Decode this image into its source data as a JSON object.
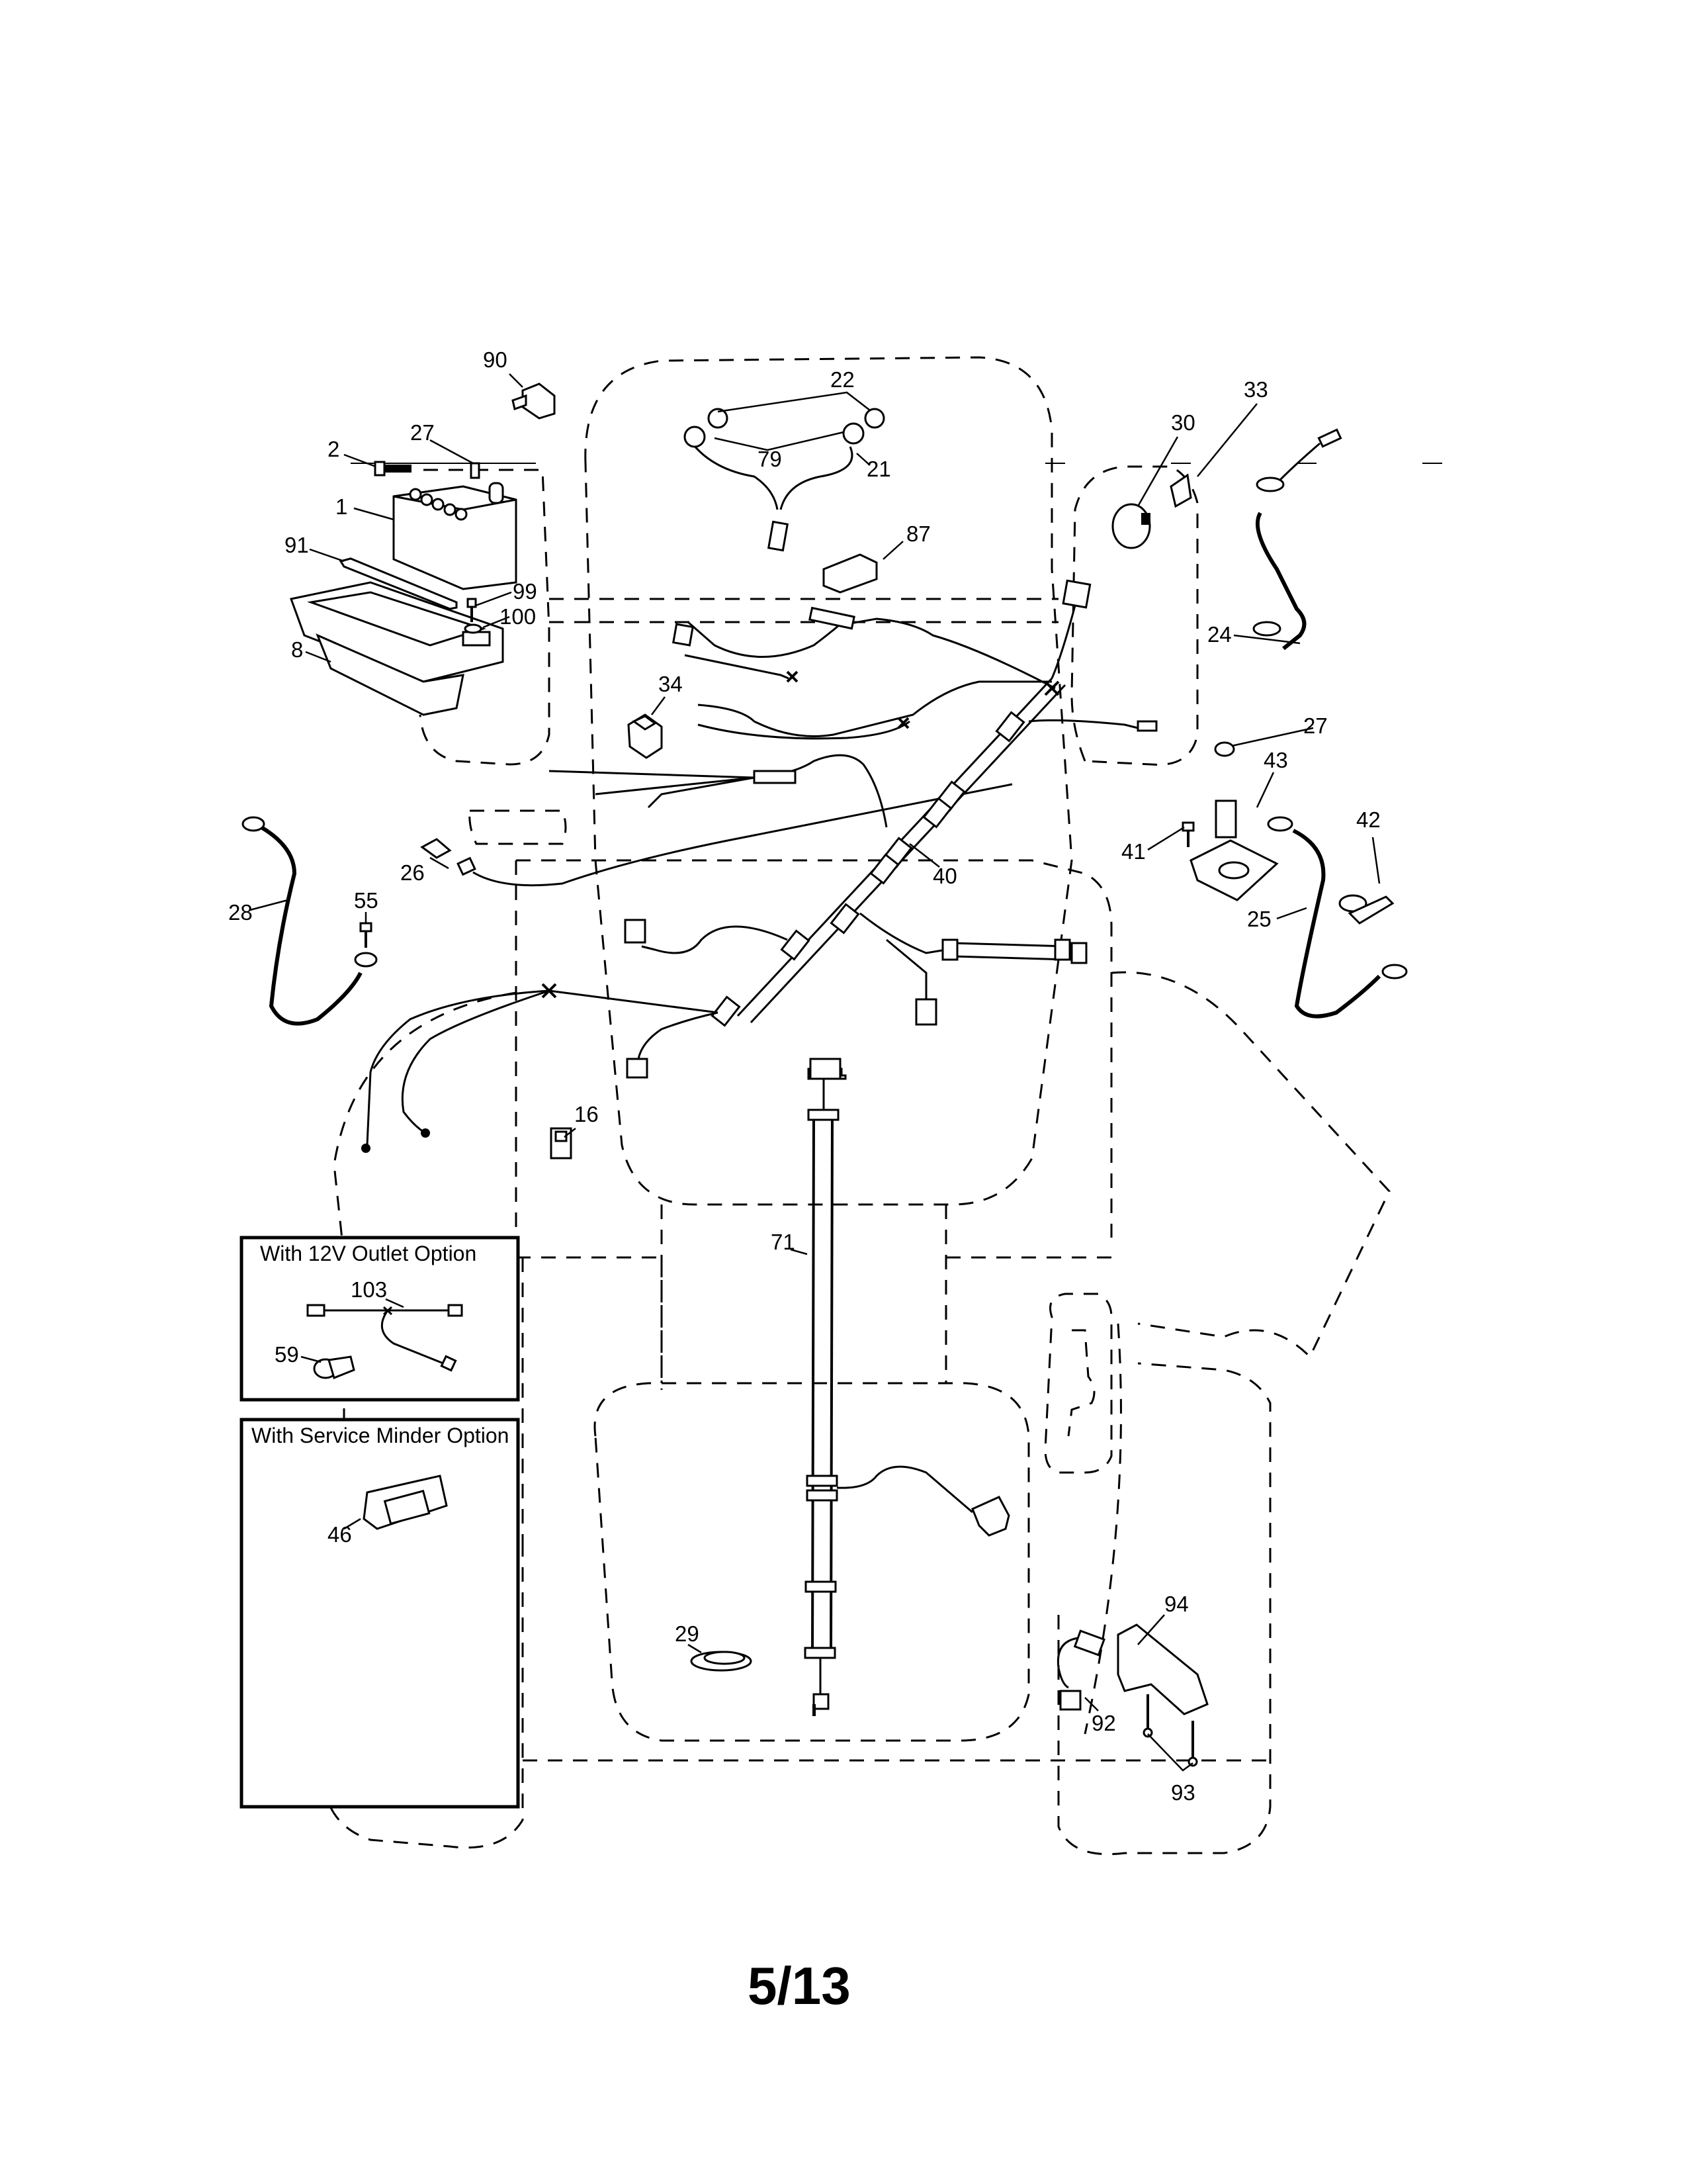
{
  "document": {
    "type": "exploded parts diagram",
    "subject": "Electrical system / wiring harness",
    "page_number": "5/13"
  },
  "insets": [
    {
      "title": "With 12V Outlet Option",
      "callouts": [
        "103",
        "59"
      ]
    },
    {
      "title": "With Service Minder Option",
      "callouts": [
        "46"
      ]
    }
  ],
  "callouts": {
    "c1": "1",
    "c2": "2",
    "c8": "8",
    "c16": "16",
    "c21": "21",
    "c22": "22",
    "c24": "24",
    "c25": "25",
    "c26": "26",
    "c27a": "27",
    "c27b": "27",
    "c28": "28",
    "c29": "29",
    "c30": "30",
    "c33": "33",
    "c34": "34",
    "c40": "40",
    "c41": "41",
    "c42": "42",
    "c43": "43",
    "c46": "46",
    "c55": "55",
    "c59": "59",
    "c71": "71",
    "c79": "79",
    "c87": "87",
    "c90": "90",
    "c91": "91",
    "c92": "92",
    "c93": "93",
    "c94": "94",
    "c99": "99",
    "c100": "100",
    "c103": "103"
  },
  "parts": [
    {
      "ref": "1",
      "depicts": "battery"
    },
    {
      "ref": "2",
      "depicts": "bolt"
    },
    {
      "ref": "8",
      "depicts": "battery box"
    },
    {
      "ref": "16",
      "depicts": "relay"
    },
    {
      "ref": "21",
      "depicts": "light harness"
    },
    {
      "ref": "22",
      "depicts": "bulb"
    },
    {
      "ref": "24",
      "depicts": "battery cable"
    },
    {
      "ref": "25",
      "depicts": "battery cable"
    },
    {
      "ref": "26",
      "depicts": "fuse"
    },
    {
      "ref": "27",
      "depicts": "nut"
    },
    {
      "ref": "28",
      "depicts": "ground cable"
    },
    {
      "ref": "29",
      "depicts": "plug / grommet"
    },
    {
      "ref": "30",
      "depicts": "ignition switch"
    },
    {
      "ref": "33",
      "depicts": "key"
    },
    {
      "ref": "34",
      "depicts": "rocker switch"
    },
    {
      "ref": "40",
      "depicts": "main wiring harness"
    },
    {
      "ref": "41",
      "depicts": "bolt"
    },
    {
      "ref": "42",
      "depicts": "terminal boot"
    },
    {
      "ref": "43",
      "depicts": "solenoid"
    },
    {
      "ref": "46",
      "depicts": "service minder"
    },
    {
      "ref": "55",
      "depicts": "screw"
    },
    {
      "ref": "59",
      "depicts": "12V outlet"
    },
    {
      "ref": "71",
      "depicts": "rear harness"
    },
    {
      "ref": "79",
      "depicts": "bulb socket"
    },
    {
      "ref": "87",
      "depicts": "switch"
    },
    {
      "ref": "90",
      "depicts": "cap"
    },
    {
      "ref": "91",
      "depicts": "battery strap"
    },
    {
      "ref": "92",
      "depicts": "connector harness"
    },
    {
      "ref": "93",
      "depicts": "screw"
    },
    {
      "ref": "94",
      "depicts": "switch / sensor"
    },
    {
      "ref": "99",
      "depicts": "bolt"
    },
    {
      "ref": "100",
      "depicts": "washer"
    },
    {
      "ref": "103",
      "depicts": "outlet harness"
    }
  ]
}
